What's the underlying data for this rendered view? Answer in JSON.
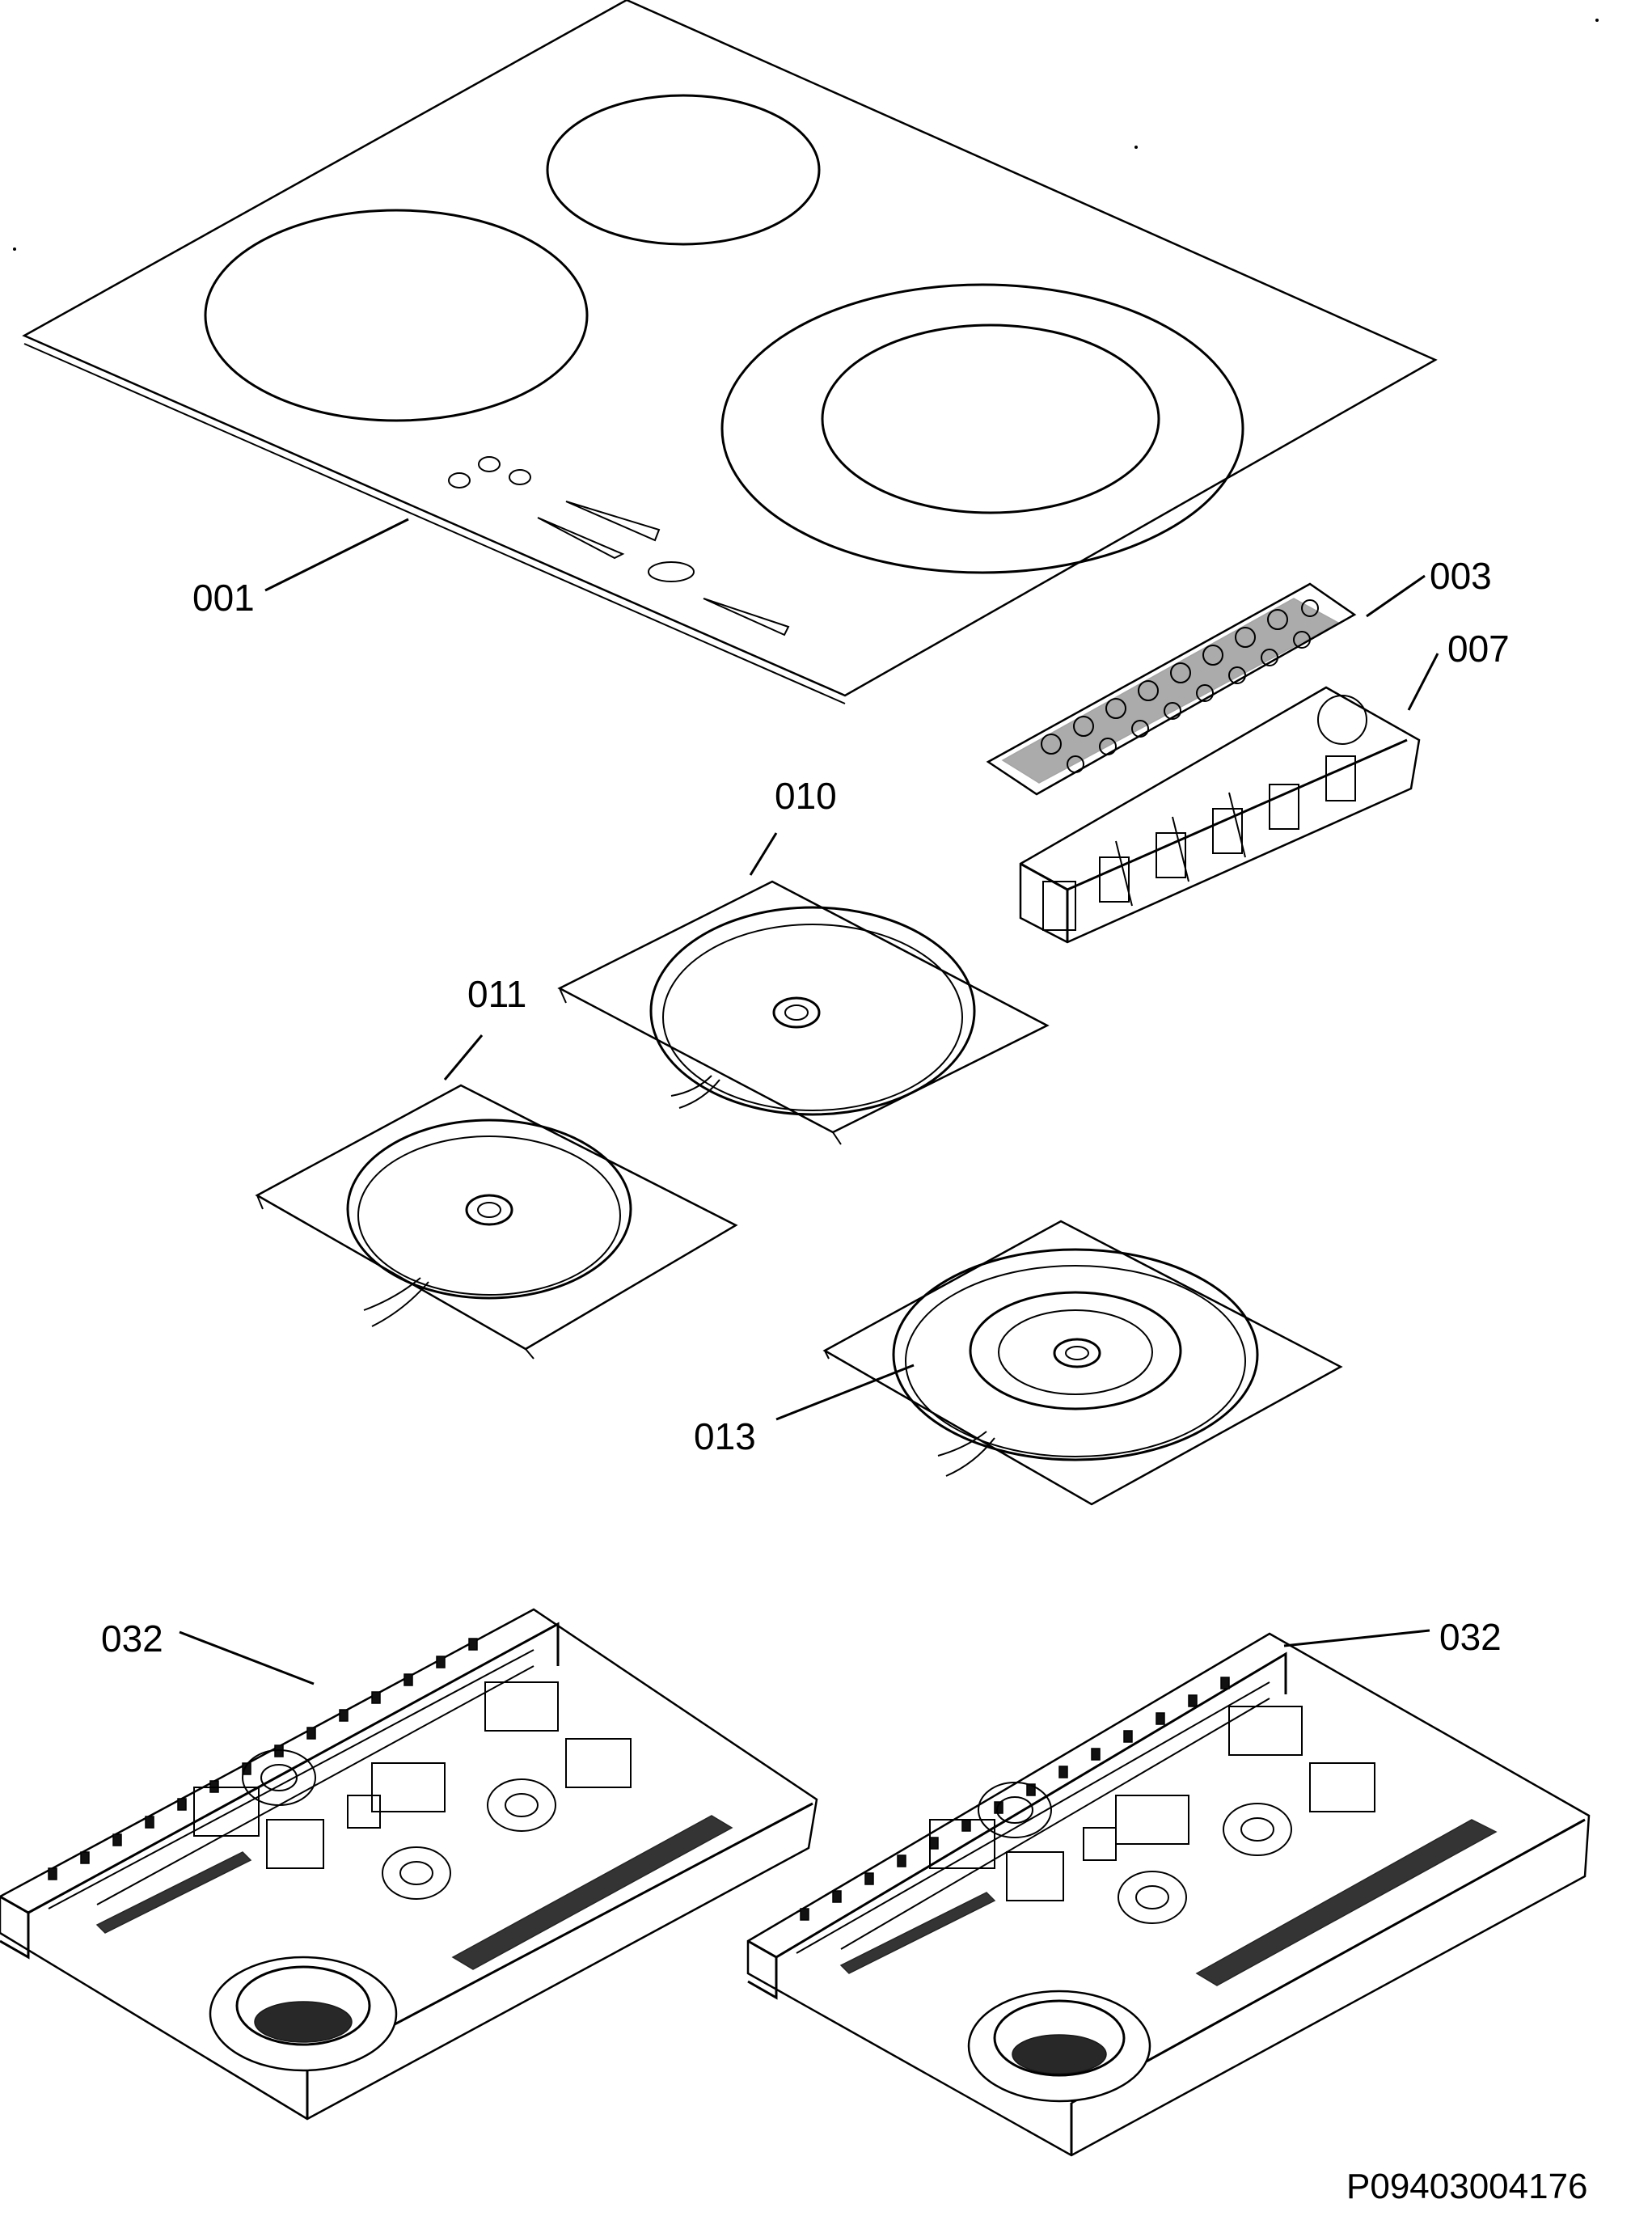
{
  "diagram": {
    "callouts": [
      {
        "id": "glass",
        "label": "001"
      },
      {
        "id": "pcb",
        "label": "003"
      },
      {
        "id": "pcb-holder",
        "label": "007"
      },
      {
        "id": "heater-a",
        "label": "010"
      },
      {
        "id": "heater-b",
        "label": "011"
      },
      {
        "id": "heater-c",
        "label": "013"
      },
      {
        "id": "base-left",
        "label": "032"
      },
      {
        "id": "base-right",
        "label": "032"
      }
    ],
    "drawing_code": "P09403004176"
  }
}
